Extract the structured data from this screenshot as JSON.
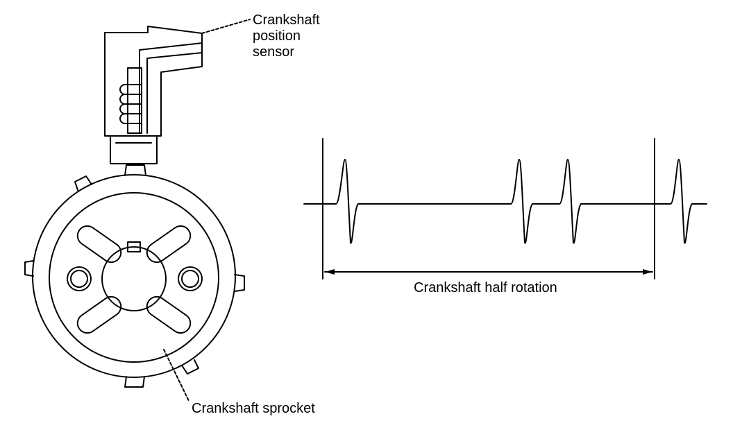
{
  "labels": {
    "sensor_line1": "Crankshaft",
    "sensor_line2": "position",
    "sensor_line3": "sensor",
    "half_rotation": "Crankshaft half rotation",
    "sprocket": "Crankshaft sprocket"
  },
  "colors": {
    "ink": "#000000",
    "background": "#ffffff"
  }
}
